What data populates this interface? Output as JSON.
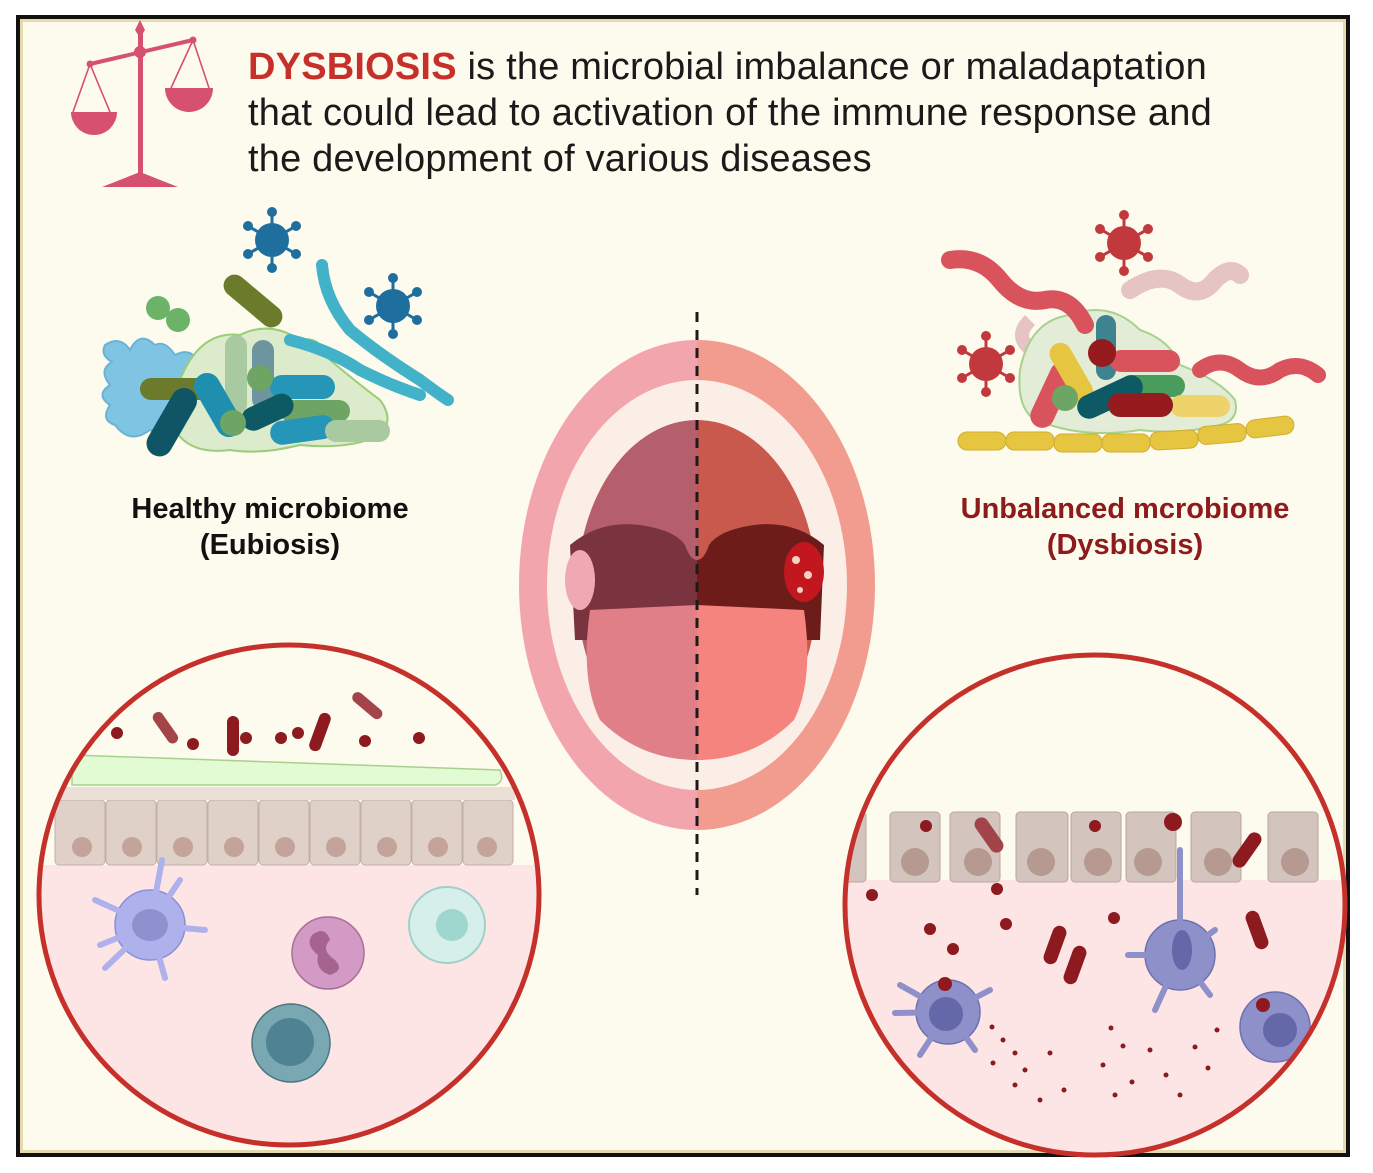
{
  "headline": {
    "keyword": "DYSBIOSIS",
    "line1_rest": " is the microbial imbalance or maladaptation",
    "line2": "that could lead to activation of the immune response and",
    "line3": "the development of various diseases"
  },
  "left_panel": {
    "title_line1": "Healthy microbiome",
    "title_line2": "(Eubiosis)",
    "microbes": [
      "virus",
      "virus",
      "filamentous-bacteria",
      "diplococcus",
      "rod-bacteria-cluster",
      "amoeba"
    ],
    "tissue_cells": [
      "dendritic-cell",
      "neutrophil",
      "macrophage",
      "lymphocyte"
    ]
  },
  "right_panel": {
    "title_line1": "Unbalanced mcrobiome",
    "title_line2": "(Dysbiosis)",
    "microbes": [
      "virus",
      "virus",
      "spirochete",
      "spirochete",
      "spirochete",
      "rod-bacteria-cluster",
      "yellow-filament"
    ],
    "tissue_cells": [
      "dendritic-cell",
      "dendritic-cell",
      "macrophage"
    ]
  },
  "center": {
    "illustration": "open-mouth-split",
    "left_half": "healthy",
    "right_half": "inflamed"
  },
  "colors": {
    "accent_red": "#c6302b",
    "label_dark_red": "#8e1b1b",
    "scale_pink": "#d6506f",
    "background": "#fdfaee",
    "circle_border": "#c6302b",
    "tissue_pink": "#fde5e5"
  }
}
